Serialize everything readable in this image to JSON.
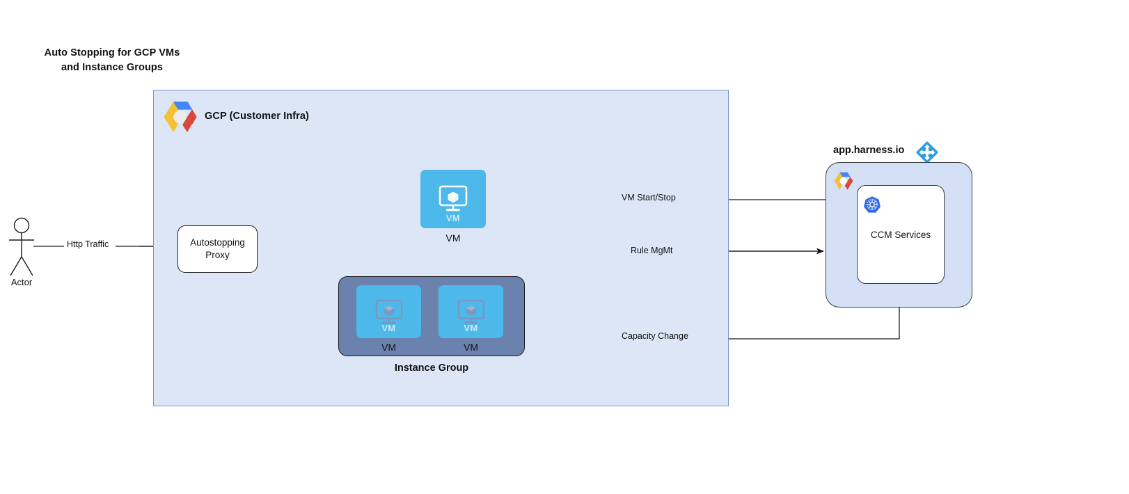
{
  "diagram": {
    "title": "Auto Stopping for GCP VMs\nand Instance Groups",
    "type": "architecture-diagram",
    "background_color": "#ffffff"
  },
  "actor": {
    "label": "Actor",
    "icon": "stick-figure-actor-icon"
  },
  "gcp_panel": {
    "title": "GCP (Customer Infra)",
    "logo": "gcp-logo-icon",
    "fill_color": "#dce6f6",
    "border_color": "#7b96c9"
  },
  "proxy": {
    "label": "Autostopping\nProxy",
    "fill_color": "#ffffff",
    "border_color": "#1a1a1a"
  },
  "vm_standalone": {
    "tile_label": "VM",
    "caption": "VM",
    "icon": "vm-monitor-cube-icon",
    "fill_color": "#4db8ea"
  },
  "instance_group": {
    "caption": "Instance Group",
    "fill_color": "#6b82ae",
    "vms": [
      {
        "tile_label": "VM",
        "caption": "VM",
        "icon": "vm-monitor-cube-icon"
      },
      {
        "tile_label": "VM",
        "caption": "VM",
        "icon": "vm-monitor-cube-icon"
      }
    ]
  },
  "harness": {
    "title": "app.harness.io",
    "logo": "harness-diamond-logo-icon",
    "gcp_logo": "gcp-logo-icon",
    "fill_color": "#d3e0f5",
    "service": {
      "label": "CCM Services",
      "icon": "kubernetes-icon",
      "fill_color": "#ffffff"
    }
  },
  "edges": [
    {
      "id": "http-traffic",
      "label": "Http Traffic",
      "from": "actor",
      "to": "proxy"
    },
    {
      "id": "proxy-to-vm",
      "label": "",
      "from": "proxy",
      "to": "vm_standalone"
    },
    {
      "id": "proxy-to-ig",
      "label": "",
      "from": "proxy",
      "to": "instance_group"
    },
    {
      "id": "vm-start-stop",
      "label": "VM Start/Stop",
      "from": "harness",
      "to": "vm_standalone"
    },
    {
      "id": "rule-mgmt",
      "label": "Rule MgMt",
      "from": "proxy",
      "to": "harness"
    },
    {
      "id": "capacity",
      "label": "Capacity Change",
      "from": "harness",
      "to": "instance_group"
    }
  ],
  "colors": {
    "vm_blue": "#4db8ea",
    "instance_group_slate": "#6b82ae",
    "panel_blue": "#dce6f6",
    "harness_blue": "#d3e0f5",
    "harness_accent": "#2f9ce0",
    "line": "#1a1a1a"
  }
}
